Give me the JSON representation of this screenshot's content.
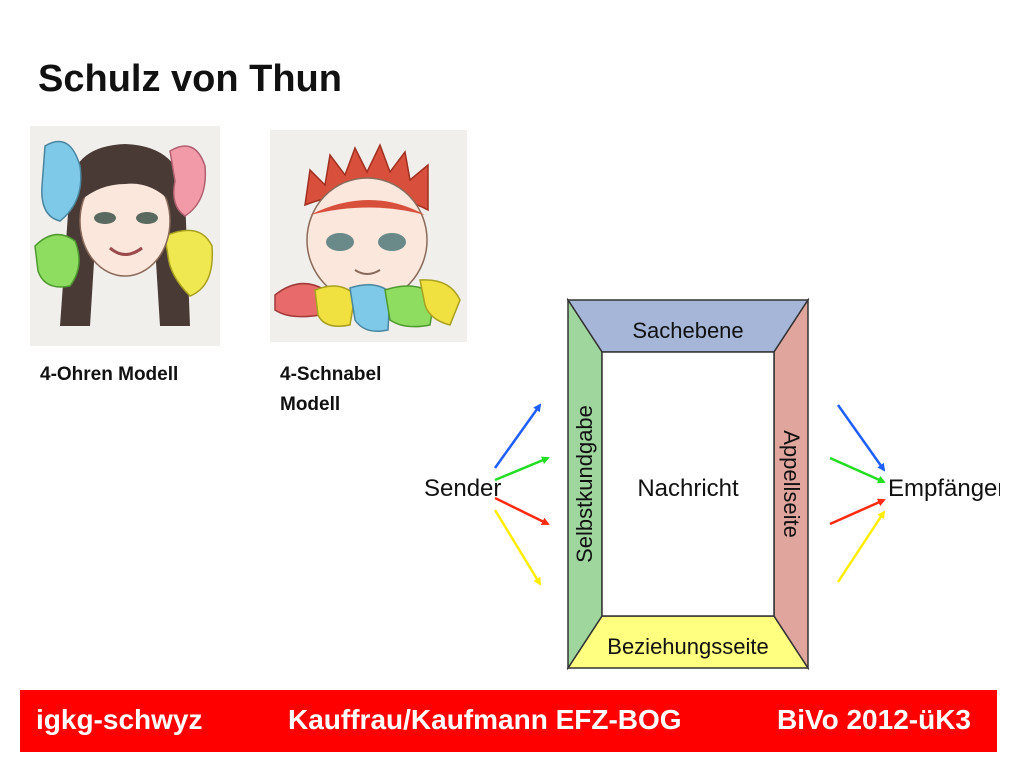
{
  "slide": {
    "title": "Schulz von Thun"
  },
  "images": {
    "left_caption": "4-Ohren Modell",
    "right_caption_line1": "4-Schnabel",
    "right_caption_line2": "Modell"
  },
  "diagram": {
    "sender": "Sender",
    "receiver": "Empfänger",
    "message": "Nachricht",
    "top": "Sachebene",
    "bottom": "Beziehungsseite",
    "left": "Selbstkundgabe",
    "right": "Appellseite",
    "colors": {
      "top": "#a5b6d8",
      "bottom": "#ffff80",
      "left": "#9ed69e",
      "right": "#e0a59d",
      "arrow_blue": "#1f5fff",
      "arrow_green": "#22dd22",
      "arrow_red": "#ff2a10",
      "arrow_yellow": "#ffee00"
    }
  },
  "footer": {
    "left": "igkg-schwyz",
    "center": "Kauffrau/Kaufmann EFZ-BOG",
    "right": "BiVo 2012-üK3"
  }
}
